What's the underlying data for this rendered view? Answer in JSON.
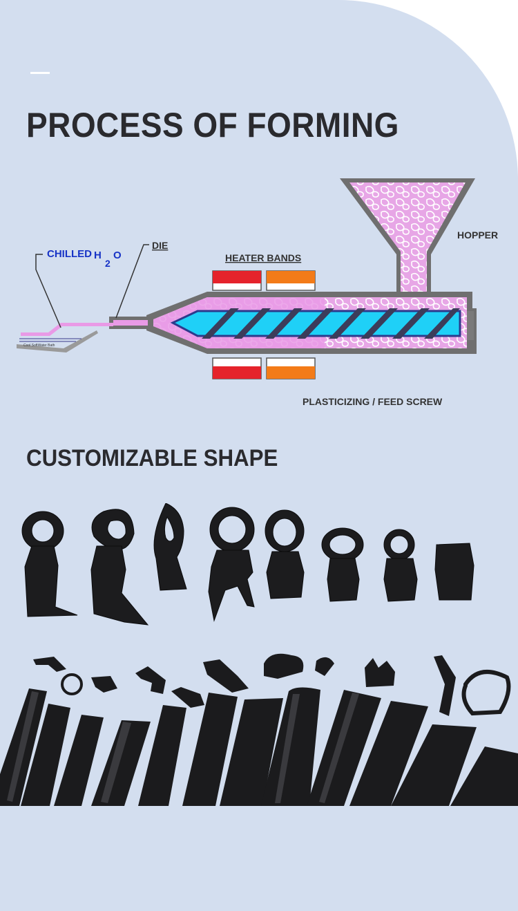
{
  "page": {
    "title": "PROCESS OF FORMING",
    "section2_title": "CUSTOMIZABLE SHAPE"
  },
  "diagram": {
    "labels": {
      "chilled_prefix": "CHILLED",
      "h": "H",
      "sub2": "2",
      "o": "O",
      "die": "DIE",
      "heater_bands": "HEATER BANDS",
      "hopper": "HOPPER",
      "screw": "PLASTICIZING / FEED SCREW"
    },
    "colors": {
      "barrel": "#6f6f6f",
      "melt": "#e99ae6",
      "screw": "#1fd0f7",
      "heater_red": "#e5232b",
      "heater_orange": "#f37b18",
      "label_blue": "#1733c6"
    }
  },
  "photos": {
    "top_row_count": 8,
    "bottom_row": "rubber seal strips"
  }
}
